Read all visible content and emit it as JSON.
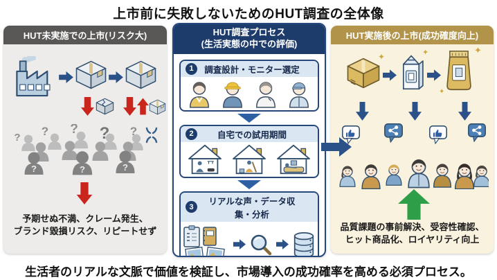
{
  "title": "上市前に失敗しないためのHUT調査の全体像",
  "footer": "生活者のリアルな文脈で価値を検証し、市場導入の成功確率を高める必須プロセス。",
  "left_panel": {
    "header": "HUT未実施での上市(リスク大)",
    "caption_line1": "予期せぬ不満、クレーム発生、",
    "caption_line2": "ブランド毀損リスク、リピートせず"
  },
  "middle_panel": {
    "header_line1": "HUT調査プロセス",
    "header_line2": "(生活実態の中での評価)",
    "steps": [
      {
        "number": "1",
        "label": "調査設計・モニター選定"
      },
      {
        "number": "2",
        "label": "自宅での試用期間"
      },
      {
        "number": "3",
        "label": "リアルな声・データ収集・分析"
      }
    ]
  },
  "right_panel": {
    "header": "HUT実施後の上市(成功確度向上)",
    "caption_line1": "品質課題の事前解決、受容性確認、",
    "caption_line2": "ヒット商品化、ロイヤリティ向上"
  },
  "symbols": {
    "question_mark": "?",
    "sparkle": "✦"
  },
  "colors": {
    "left_header_bg": "#595755",
    "left_body_bg": "#edecea",
    "middle_header_bg": "#1e3c6b",
    "middle_border": "#26477b",
    "step_header_bg": "#dbe6f3",
    "right_header_bg": "#b2934a",
    "right_body_bg": "#f8f2de",
    "blue_arrow": "#2b5288",
    "red_arrow": "#c9251d",
    "green_arrow": "#2f9e49",
    "gold_product": "#dcba62"
  },
  "icons": {
    "factory-icon": "factory building with chimney",
    "box-icon": "cardboard shipping box",
    "broken-box-icon": "damaged returned box",
    "anger-icon": "anger mark",
    "magnifier-icon": "magnifying glass",
    "database-icon": "database cylinder",
    "thumbs-up-icon": "like speech bubble",
    "share-icon": "share speech bubble"
  }
}
